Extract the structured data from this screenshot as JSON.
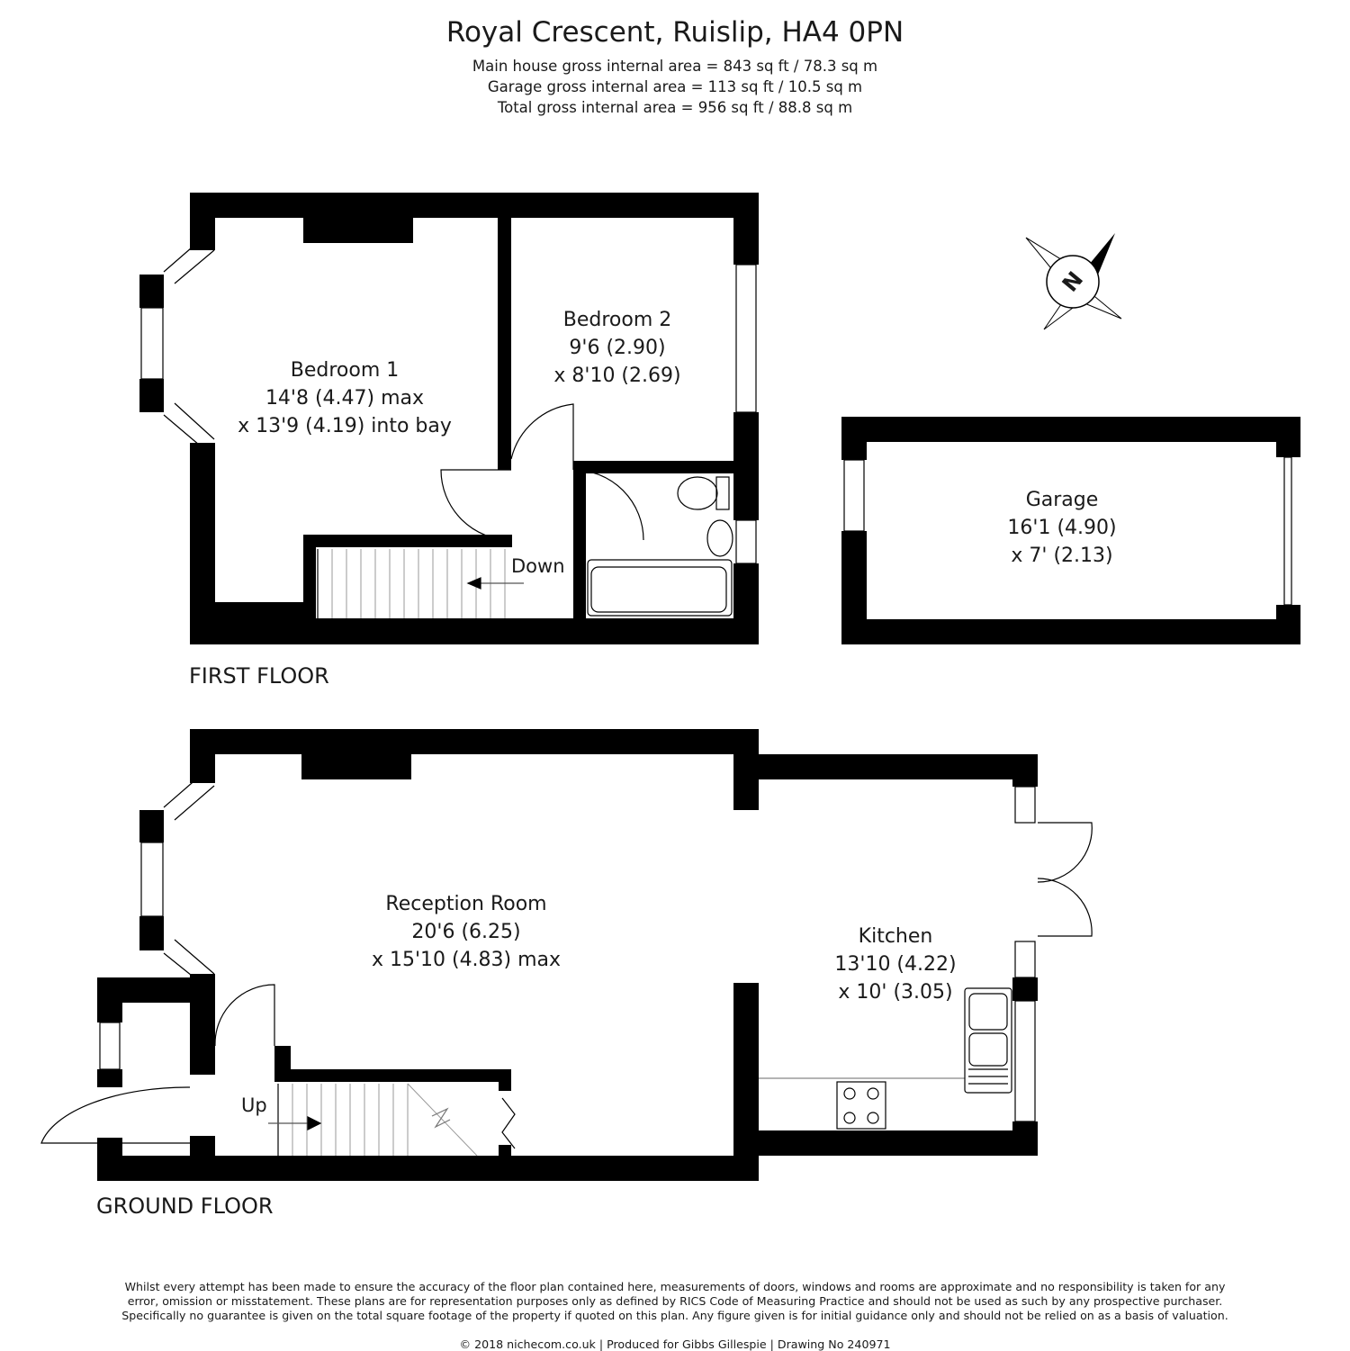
{
  "header": {
    "title": "Royal Crescent, Ruislip, HA4 0PN",
    "main_area": "Main house gross internal area =  843 sq ft / 78.3 sq m",
    "garage_area": "Garage gross internal area = 113 sq ft / 10.5 sq m",
    "total_area": "Total gross internal area =  956 sq ft / 88.8 sq m"
  },
  "compass": {
    "letter": "N"
  },
  "floors": {
    "first": "FIRST FLOOR",
    "ground": "GROUND FLOOR"
  },
  "rooms": {
    "bedroom1": {
      "name": "Bedroom 1",
      "dim1": "14'8 (4.47) max",
      "dim2": "x 13'9 (4.19) into bay"
    },
    "bedroom2": {
      "name": "Bedroom 2",
      "dim1": "9'6 (2.90)",
      "dim2": "x 8'10 (2.69)"
    },
    "garage": {
      "name": "Garage",
      "dim1": "16'1 (4.90)",
      "dim2": "x 7' (2.13)"
    },
    "reception": {
      "name": "Reception Room",
      "dim1": "20'6 (6.25)",
      "dim2": "x 15'10 (4.83) max"
    },
    "kitchen": {
      "name": "Kitchen",
      "dim1": "13'10 (4.22)",
      "dim2": "x 10' (3.05)"
    }
  },
  "stairs": {
    "down": "Down",
    "up": "Up"
  },
  "footer": {
    "disclaimer_1": "Whilst every attempt has been made to ensure the accuracy of the floor plan contained here, measurements of doors, windows and rooms are approximate and no responsibility is taken for any",
    "disclaimer_2": "error, omission or misstatement. These plans are for representation purposes only as defined by RICS Code of Measuring Practice and should not be used as such by any prospective purchaser.",
    "disclaimer_3": "Specifically no guarantee is given on the total square footage of the property if quoted on this plan. Any figure given is for initial guidance only and should not be relied on as a basis of valuation.",
    "copyright": "© 2018 nichecom.co.uk  |  Produced for Gibbs Gillespie  |  Drawing No 240971"
  }
}
